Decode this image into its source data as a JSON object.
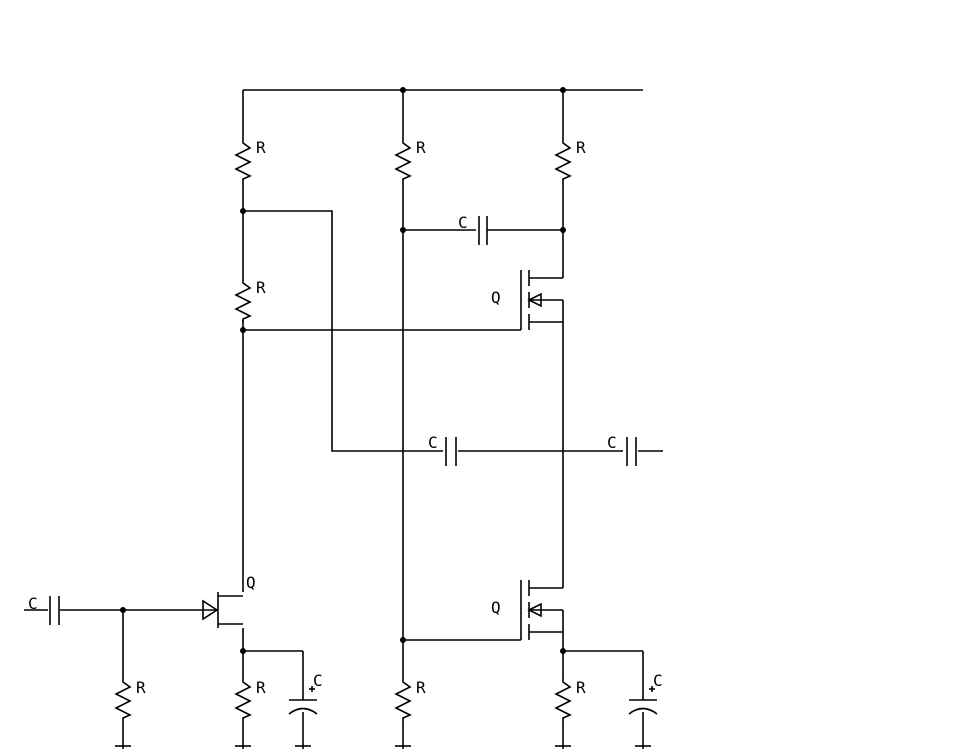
{
  "labels": {
    "resistor": "R",
    "capacitor": "C",
    "transistor": "Q",
    "polarity": "+"
  }
}
